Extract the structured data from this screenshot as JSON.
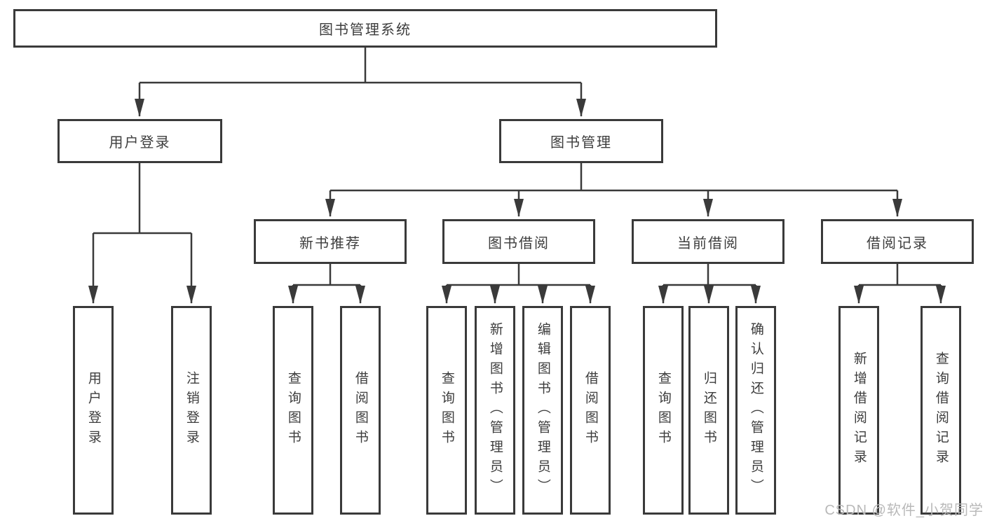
{
  "diagram": {
    "root": {
      "label": "图书管理系统"
    },
    "level2": [
      {
        "label": "用户登录"
      },
      {
        "label": "图书管理"
      }
    ],
    "level3": [
      {
        "label": "新书推荐",
        "parent": "图书管理"
      },
      {
        "label": "图书借阅",
        "parent": "图书管理"
      },
      {
        "label": "当前借阅",
        "parent": "图书管理"
      },
      {
        "label": "借阅记录",
        "parent": "图书管理"
      }
    ],
    "leaves": [
      {
        "label": "用户登录",
        "parent": "用户登录"
      },
      {
        "label": "注销登录",
        "parent": "用户登录"
      },
      {
        "label": "查询图书",
        "parent": "新书推荐"
      },
      {
        "label": "借阅图书",
        "parent": "新书推荐"
      },
      {
        "label": "查询图书",
        "parent": "图书借阅"
      },
      {
        "label": "新增图书（管理员）",
        "parent": "图书借阅"
      },
      {
        "label": "编辑图书（管理员）",
        "parent": "图书借阅"
      },
      {
        "label": "借阅图书",
        "parent": "图书借阅"
      },
      {
        "label": "查询图书",
        "parent": "当前借阅"
      },
      {
        "label": "归还图书",
        "parent": "当前借阅"
      },
      {
        "label": "确认归还（管理员）",
        "parent": "当前借阅"
      },
      {
        "label": "新增借阅记录",
        "parent": "借阅记录"
      },
      {
        "label": "查询借阅记录",
        "parent": "借阅记录"
      }
    ]
  },
  "watermark": {
    "text": "CSDN @软件_小贺同学",
    "color": "#b9b9b9"
  },
  "colors": {
    "line": "#3a3a3a",
    "text": "#3d3d3d",
    "background": "#ffffff"
  }
}
